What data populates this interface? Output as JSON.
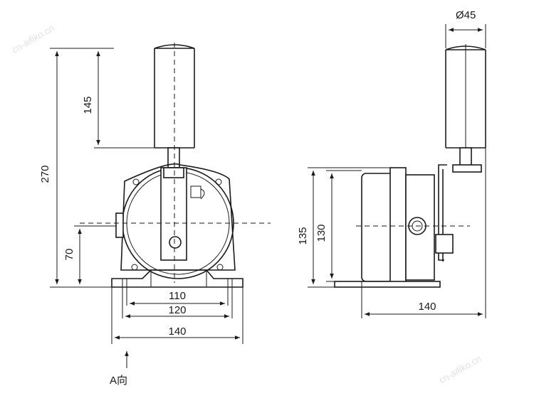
{
  "watermark": "cn-aifiko.cn",
  "dimensions": {
    "diameter": "Ø45",
    "height_total": "270",
    "height_top": "145",
    "height_shaft": "70",
    "width_110": "110",
    "width_120": "120",
    "width_140_front": "140",
    "height_135": "135",
    "height_130": "130",
    "width_140_side": "140"
  },
  "view_label": "A向"
}
